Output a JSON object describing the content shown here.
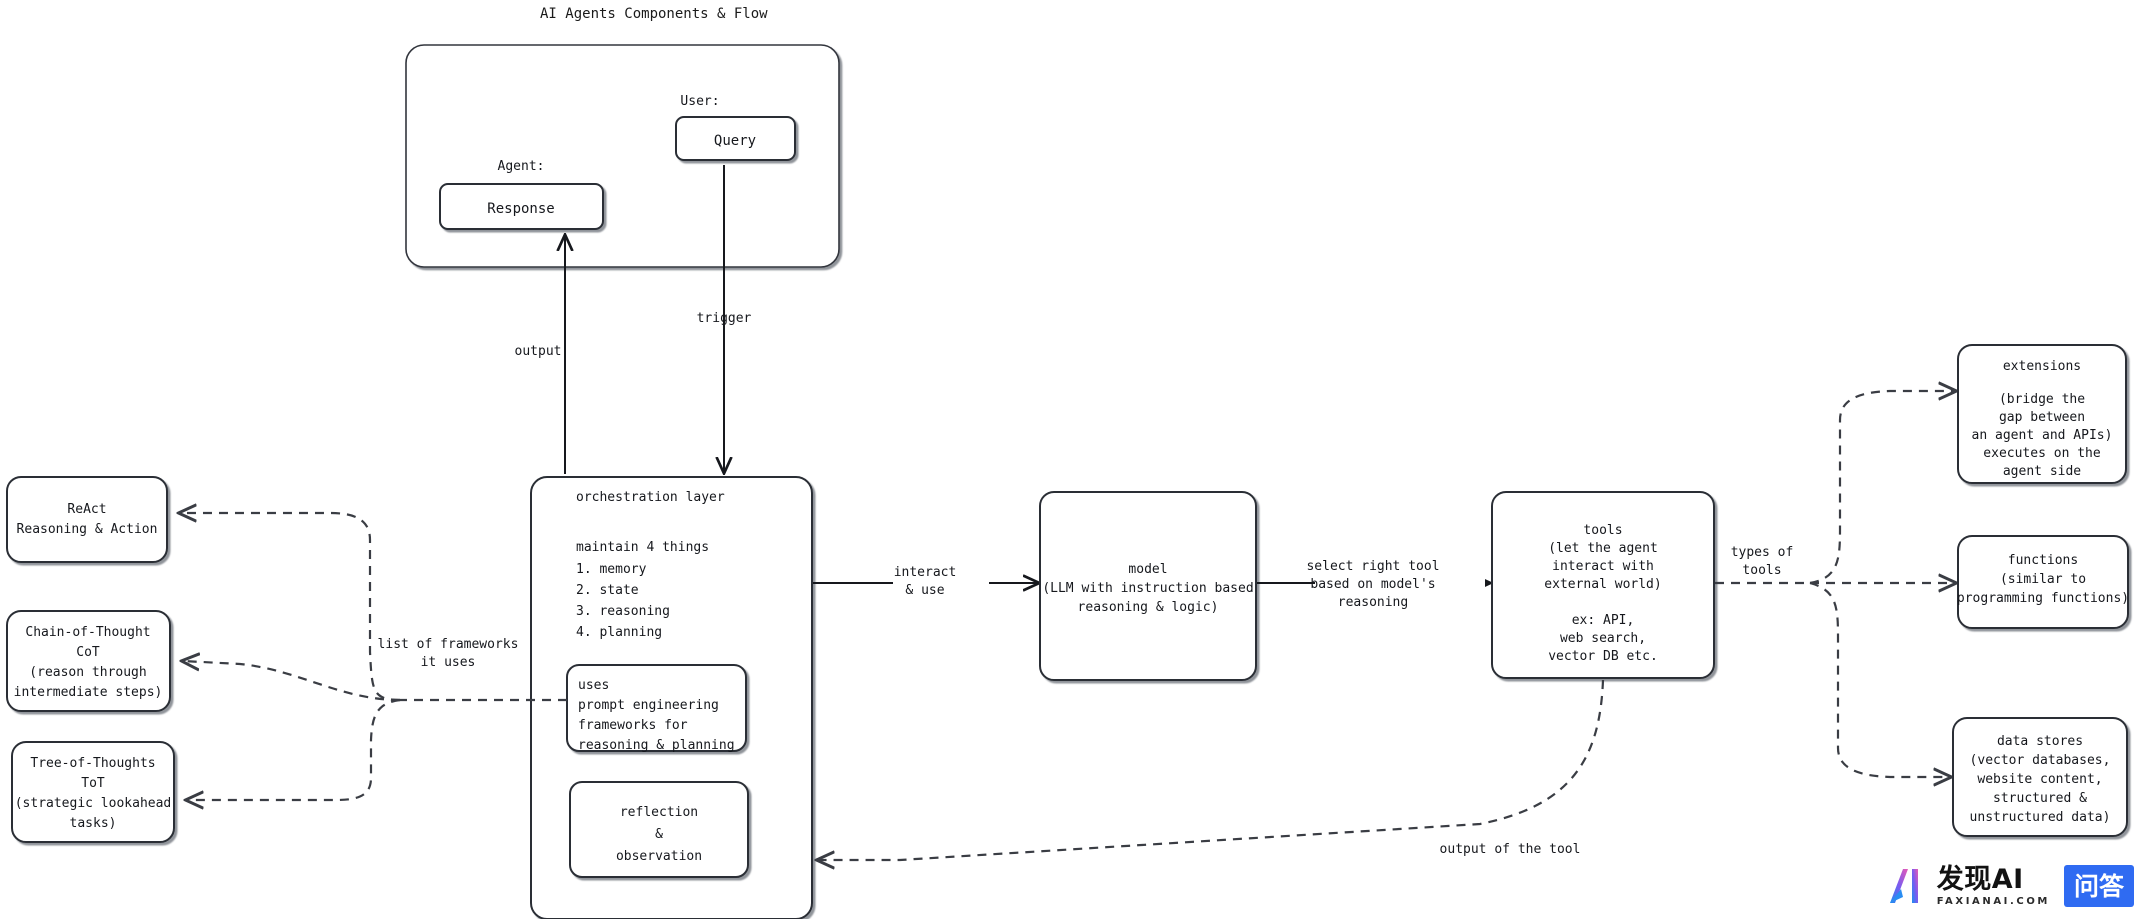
{
  "title": "AI Agents Components & Flow",
  "colors": {
    "agent_response": "#cfc3f5",
    "user_query": "#ececef",
    "orchestration": "#abebb9",
    "model": "#f8dcac",
    "tools": "#9ad0f5",
    "plain": "#ffffff",
    "stroke": "#2b2f36",
    "text": "#16181d",
    "watermark_badge": "#2f6bf2"
  },
  "top_group": {
    "user": {
      "caption": "User:",
      "box_label": "Query"
    },
    "agent": {
      "caption": "Agent:",
      "box_label": "Response"
    }
  },
  "orchestration": {
    "heading": "orchestration layer",
    "maintain_heading": "maintain 4 things",
    "maintain_items": [
      "1. memory",
      "2. state",
      "3. reasoning",
      "4. planning"
    ],
    "uses_box": [
      "uses",
      "prompt engineering",
      "frameworks for",
      "reasoning & planning"
    ],
    "reflection_box": [
      "reflection",
      "&",
      "observation"
    ]
  },
  "frameworks": [
    {
      "name": "react",
      "lines": [
        "ReAct",
        "Reasoning & Action"
      ]
    },
    {
      "name": "chain-of-thought",
      "lines": [
        "Chain-of-Thought",
        "CoT",
        "(reason through",
        "intermediate steps)"
      ]
    },
    {
      "name": "tree-of-thoughts",
      "lines": [
        "Tree-of-Thoughts",
        "ToT",
        "(strategic lookahead",
        "tasks)"
      ]
    }
  ],
  "model": {
    "lines": [
      "model",
      "(LLM with instruction based",
      "reasoning & logic)"
    ]
  },
  "tools": {
    "lines": [
      "tools",
      "(let the agent",
      "interact with",
      "external world)",
      "",
      "ex: API,",
      "web search,",
      "vector DB etc."
    ]
  },
  "tool_types": [
    {
      "name": "extensions",
      "lines": [
        "extensions",
        "",
        "(bridge the",
        "gap between",
        "an agent and APIs)",
        "executes on the",
        "agent side"
      ]
    },
    {
      "name": "functions",
      "lines": [
        "functions",
        "(similar to",
        "programming functions)"
      ]
    },
    {
      "name": "data-stores",
      "lines": [
        "data stores",
        "(vector databases,",
        "website content,",
        "structured &",
        "unstructured data)"
      ]
    }
  ],
  "edge_labels": {
    "output": "output",
    "trigger": "trigger",
    "interact_use": [
      "interact",
      "& use"
    ],
    "select_tool": [
      "select right tool",
      "based on model's",
      "reasoning"
    ],
    "types_of_tools": [
      "types of",
      "tools"
    ],
    "list_of_frameworks": [
      "list of frameworks",
      "it uses"
    ],
    "output_of_tool": "output of the tool"
  },
  "watermark": {
    "main": "发现AI",
    "sub": "FAXIANAI.COM",
    "badge": "问答"
  }
}
